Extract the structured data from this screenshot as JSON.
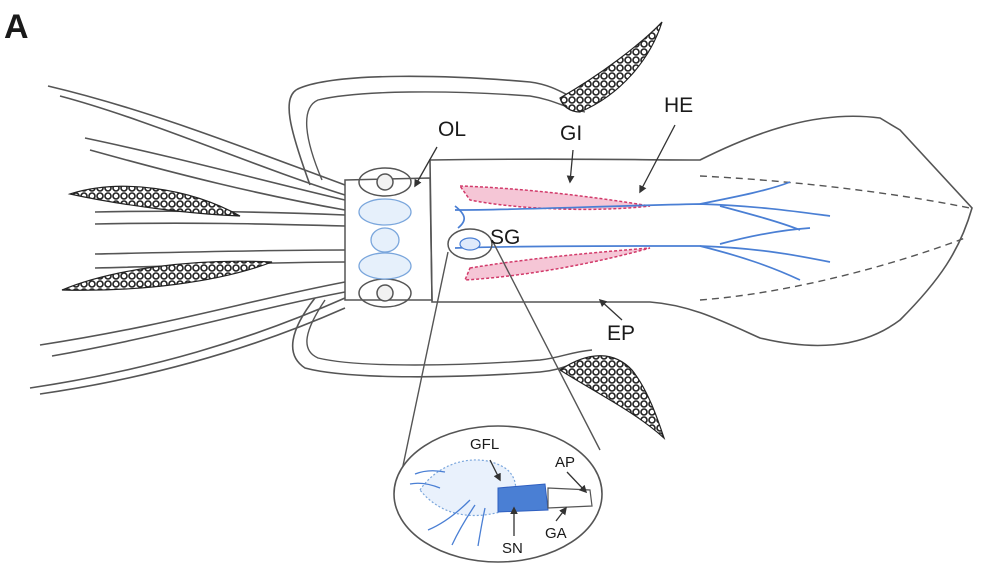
{
  "figure": {
    "panel_label": "A",
    "labels": {
      "ol": "OL",
      "gi": "GI",
      "he": "HE",
      "sg": "SG",
      "ep": "EP",
      "gfl": "GFL",
      "ap": "AP",
      "sn": "SN",
      "ga": "GA"
    }
  },
  "colors": {
    "outline": "#555555",
    "nerve": "#4a7fd4",
    "nerve_dark": "#2f5fc0",
    "gill": "#d23a6a",
    "suckers": "#222222"
  }
}
